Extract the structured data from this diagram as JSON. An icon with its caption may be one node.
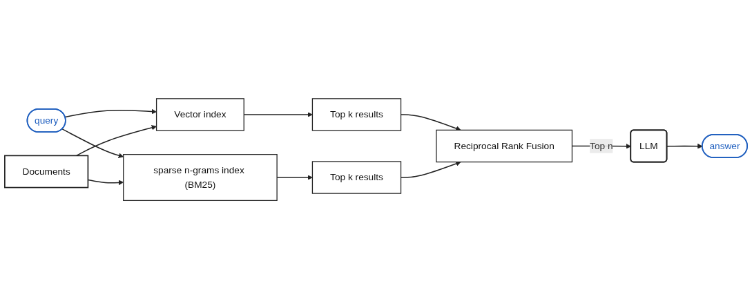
{
  "diagram": {
    "nodes": [
      {
        "text": [
          "query"
        ]
      },
      {
        "text": [
          "Documents"
        ]
      },
      {
        "text": [
          "Vector index"
        ]
      },
      {
        "text": [
          "sparse n-grams index (BM25)"
        ]
      },
      {
        "text": [
          "Top k results"
        ]
      },
      {
        "text": [
          "Top k results"
        ]
      },
      {
        "text": [
          "Reciprocal Rank Fusion"
        ]
      },
      {
        "text": [
          "LLM"
        ]
      },
      {
        "text": [
          "answer"
        ]
      }
    ],
    "edges": [
      {
        "from": 0,
        "to": 2,
        "arrow": "to"
      },
      {
        "from": 0,
        "to": 3,
        "arrow": "to"
      },
      {
        "from": 1,
        "to": 2,
        "arrow": "to"
      },
      {
        "from": 1,
        "to": 3,
        "arrow": "to"
      },
      {
        "from": 2,
        "to": 4,
        "arrow": "to"
      },
      {
        "from": 3,
        "to": 5,
        "arrow": "to"
      },
      {
        "from": 4,
        "to": 6,
        "arrow": "to"
      },
      {
        "from": 5,
        "to": 6,
        "arrow": "to"
      },
      {
        "from": 6,
        "to": 7,
        "label": "Top n",
        "arrow": "to"
      },
      {
        "from": 7,
        "to": 8,
        "arrow": "to"
      }
    ]
  }
}
